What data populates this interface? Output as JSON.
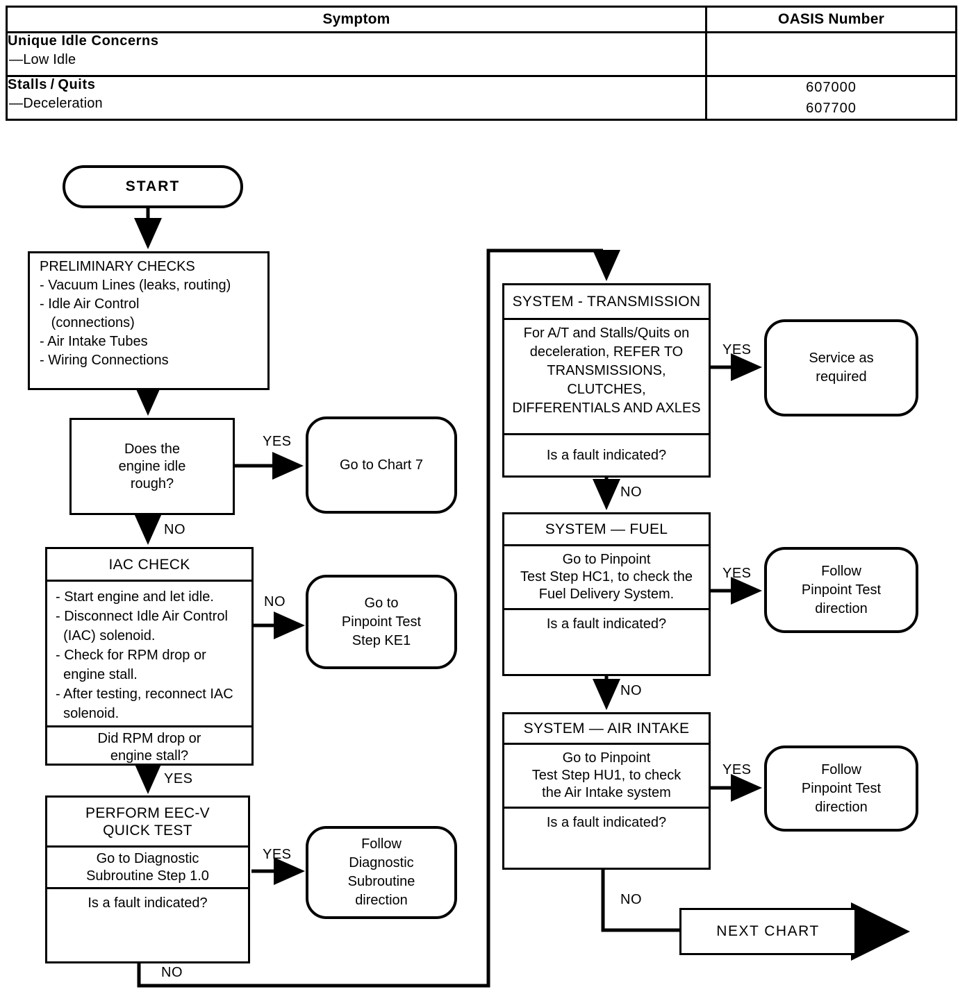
{
  "table": {
    "headers": [
      "Symptom",
      "OASIS Number"
    ],
    "rows": [
      {
        "symptom_title": "Unique Idle Concerns",
        "symptom_sub": "—Low Idle",
        "oasis": []
      },
      {
        "symptom_title": "Stalls / Quits",
        "symptom_sub": "—Deceleration",
        "oasis": [
          "607000",
          "607700"
        ]
      }
    ]
  },
  "flow": {
    "start": "START",
    "preliminary": {
      "title": "PRELIMINARY CHECKS",
      "items": [
        "- Vacuum Lines (leaks, routing)",
        "- Idle Air Control",
        "   (connections)",
        "- Air Intake Tubes",
        "- Wiring Connections"
      ]
    },
    "idle_rough": {
      "lines": [
        "Does the",
        "engine idle",
        "rough?"
      ],
      "yes_label": "YES",
      "no_label": "NO"
    },
    "chart7": "Go to Chart 7",
    "iac": {
      "title": "IAC CHECK",
      "items": [
        "- Start engine and let idle.",
        "- Disconnect Idle Air Control",
        "  (IAC) solenoid.",
        "- Check for RPM drop or",
        "  engine stall.",
        "- After testing, reconnect IAC",
        "  solenoid."
      ],
      "question": [
        "Did RPM drop or",
        "engine stall?"
      ],
      "no_label": "NO",
      "yes_label": "YES"
    },
    "pinpoint_ke1": [
      "Go to",
      "Pinpoint Test",
      "Step KE1"
    ],
    "eecv": {
      "title": [
        "PERFORM EEC-V",
        "QUICK TEST"
      ],
      "action": [
        "Go to Diagnostic",
        "Subroutine Step 1.0"
      ],
      "question": "Is a fault indicated?",
      "yes_label": "YES",
      "no_label": "NO"
    },
    "follow_subroutine": [
      "Follow",
      "Diagnostic",
      "Subroutine",
      "direction"
    ],
    "transmission": {
      "title": "SYSTEM - TRANSMISSION",
      "body": [
        "For A/T and Stalls/Quits on",
        "deceleration, REFER TO",
        "TRANSMISSIONS, CLUTCHES,",
        "DIFFERENTIALS AND  AXLES"
      ],
      "question": "Is a fault indicated?",
      "yes_label": "YES",
      "no_label": "NO"
    },
    "service_required": [
      "Service as",
      "required"
    ],
    "fuel": {
      "title": "SYSTEM — FUEL",
      "body": [
        "Go to  Pinpoint",
        "Test Step HC1, to check the",
        "Fuel Delivery System."
      ],
      "question": "Is a fault indicated?",
      "yes_label": "YES",
      "no_label": "NO"
    },
    "follow_pinpoint_fuel": [
      "Follow",
      "Pinpoint Test",
      "direction"
    ],
    "airintake": {
      "title": "SYSTEM — AIR INTAKE",
      "body": [
        "Go to  Pinpoint",
        "Test Step HU1, to check",
        "the Air Intake system"
      ],
      "question": "Is a fault indicated?",
      "yes_label": "YES",
      "no_label": "NO"
    },
    "follow_pinpoint_air": [
      "Follow",
      "Pinpoint Test",
      "direction"
    ],
    "next_chart": "NEXT  CHART"
  },
  "colors": {
    "ink": "#000000",
    "paper": "#ffffff"
  }
}
